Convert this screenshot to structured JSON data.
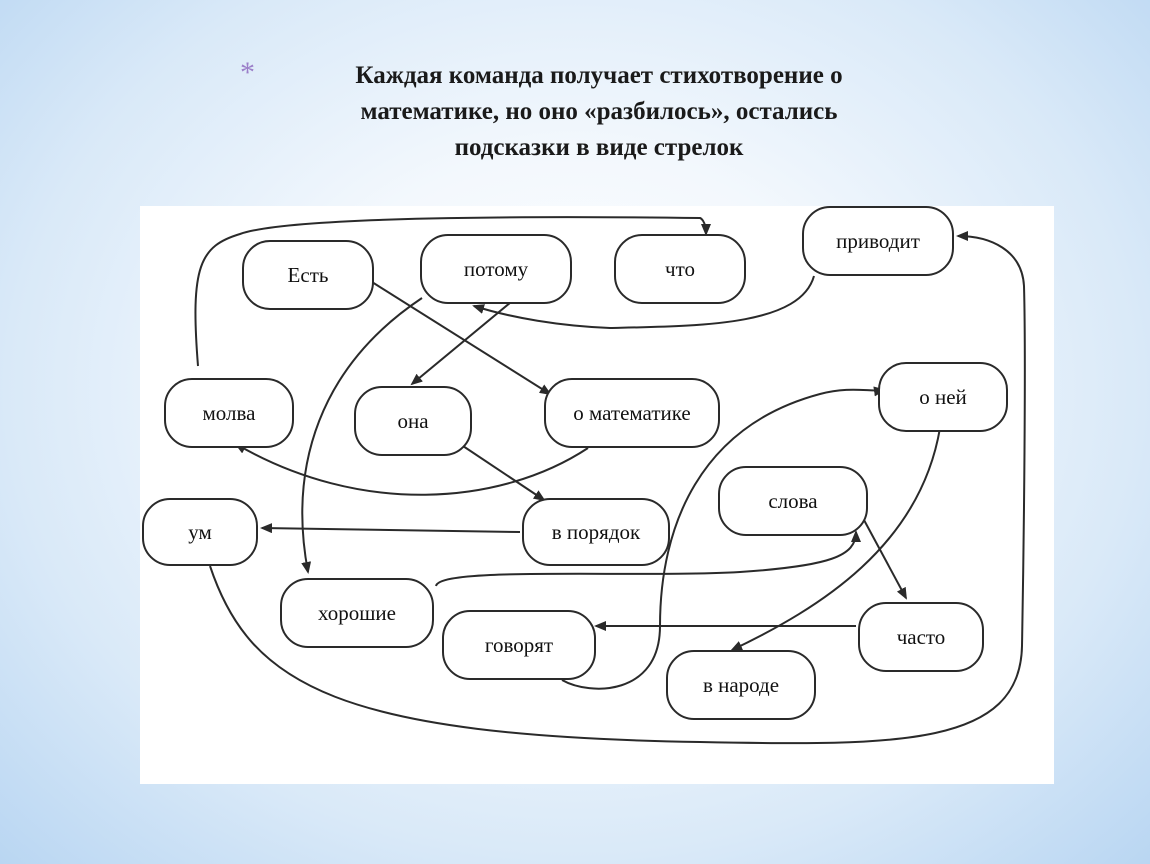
{
  "title": {
    "bullet": "*",
    "line1": "Каждая команда получает стихотворение о",
    "line2": "математике, но оно «разбилось», остались",
    "line3": "подсказки в виде стрелок"
  },
  "nodes": {
    "est": "Есть",
    "potomu": "потому",
    "chto": "что",
    "privodit": "приводит",
    "molva": "молва",
    "ona": "она",
    "o_matematike": "о математике",
    "o_nei": "о ней",
    "um": "ум",
    "v_poryadok": "в порядок",
    "slova": "слова",
    "khoroshie": "хорошие",
    "govoryat": "говорят",
    "chasto": "часто",
    "v_narode": "в народе"
  },
  "colors": {
    "bullet": "#9b7fc9",
    "stroke": "#2a2a2a",
    "panel": "#ffffff"
  }
}
